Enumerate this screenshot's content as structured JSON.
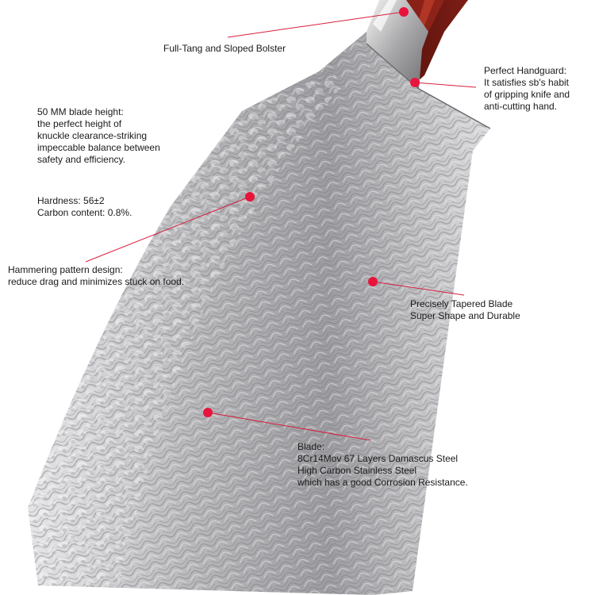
{
  "colors": {
    "accent": "#e8143c",
    "leader_line": "#d81e3c",
    "handle": "#7a1a12",
    "blade": "#c8c8ca"
  },
  "annotations": {
    "bolster": {
      "lines": [
        "Full-Tang and Sloped Bolster"
      ]
    },
    "handguard": {
      "lines": [
        "Perfect Handguard:",
        "It satisfies sb's habit",
        "of gripping knife and",
        "anti-cutting hand."
      ]
    },
    "height": {
      "lines": [
        "50 MM blade height:",
        "the perfect height of",
        "knuckle clearance-striking",
        "impeccable balance between",
        "safety and efficiency."
      ]
    },
    "hardness": {
      "lines": [
        "Hardness: 56±2",
        "Carbon content: 0.8%."
      ]
    },
    "hammering": {
      "lines": [
        "Hammering pattern design:",
        "reduce drag and minimizes stuck on food."
      ]
    },
    "tapered": {
      "lines": [
        "Precisely Tapered Blade",
        "Super Shape and Durable"
      ]
    },
    "blade": {
      "lines": [
        "Blade:",
        "8Cr14Mov 67 Layers Damascus Steel",
        "High Carbon Stainless Steel",
        "which has a good Corrosion Resistance."
      ]
    }
  }
}
